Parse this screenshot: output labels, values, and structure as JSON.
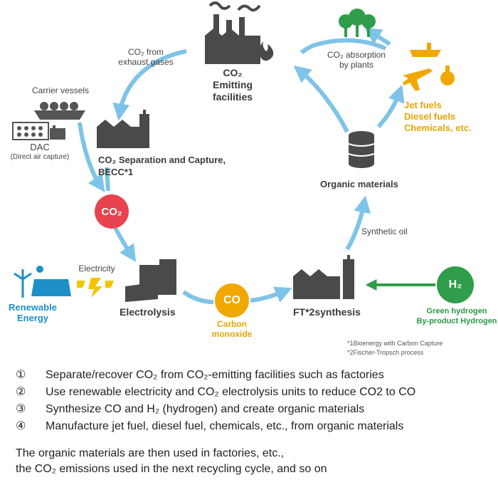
{
  "diagram": {
    "emitting": {
      "title_line1": "CO₂",
      "title_line2": "Emitting",
      "title_line3": "facilities"
    },
    "exhaust_label_line1": "CO₂ from",
    "exhaust_label_line2": "exhaust gases",
    "carrier_vessels": "Carrier vessels",
    "dac_line1": "DAC",
    "dac_line2": "(Direct air capture)",
    "separation_line1": "CO₂ Separation and Capture,",
    "separation_line2": "BECC*1",
    "co2_badge": "CO₂",
    "renewable_line1": "Renewable",
    "renewable_line2": "Energy",
    "electricity": "Electricity",
    "electrolysis": "Electrolysis",
    "co_badge": "CO",
    "carbon_monoxide_line1": "Carbon",
    "carbon_monoxide_line2": "monoxide",
    "ft_synthesis": "FT*2synthesis",
    "h2_badge": "H₂",
    "green_hydrogen_line1": "Green hydrogen",
    "green_hydrogen_line2": "By-product Hydrogen",
    "synthetic_oil": "Synthetic oil",
    "organic_materials": "Organic materials",
    "absorption_line1": "CO₂ absorption",
    "absorption_line2": "by plants",
    "products_line1": "Jet fuels",
    "products_line2": "Diesel fuels",
    "products_line3": "Chemicals, etc.",
    "footnote1": "*1Bioenergy with Carbon Capture",
    "footnote2": "*2Fischer-Tropsch process"
  },
  "steps": [
    {
      "num": "①",
      "text": "Separate/recover CO₂ from CO₂-emitting facilities such as factories"
    },
    {
      "num": "②",
      "text": "Use renewable electricity and CO₂ electrolysis units to reduce CO2 to CO"
    },
    {
      "num": "③",
      "text": "Synthesize CO and H₂ (hydrogen) and create organic materials"
    },
    {
      "num": "④",
      "text": "Manufacture jet fuel, diesel fuel, chemicals, etc., from organic materials"
    }
  ],
  "summary_line1": "The organic materials are then used in factories, etc.,",
  "summary_line2": "the CO₂ emissions used in the next recycling cycle, and so on",
  "colors": {
    "arrow": "#7ec3e8",
    "dark_icon": "#4a4a4a",
    "co2_red": "#e8424f",
    "co_orange": "#f0a800",
    "green": "#2f9d49",
    "blue_renewable": "#1e8fc8"
  }
}
